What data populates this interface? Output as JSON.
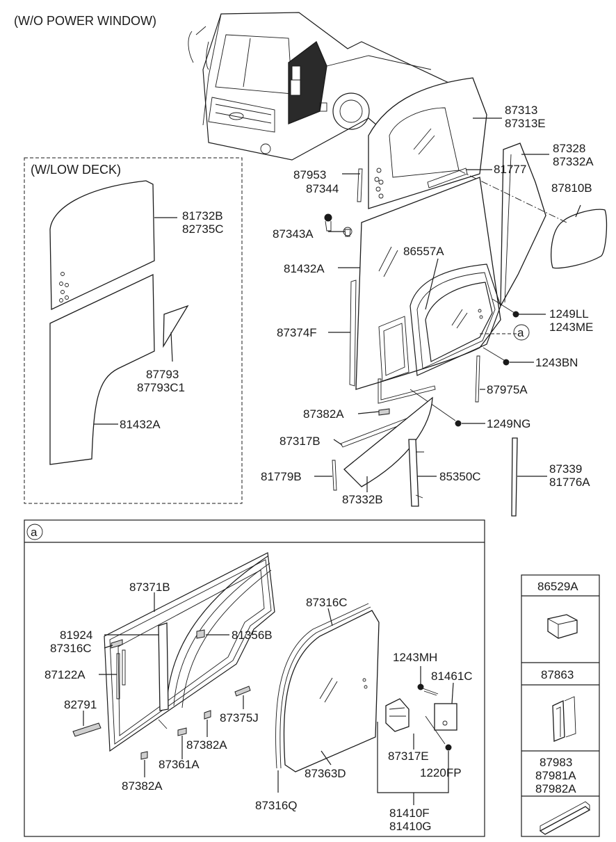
{
  "headers": {
    "top_variant": "(W/O POWER WINDOW)",
    "low_deck": "(W/LOW DECK)",
    "detail_a": "a",
    "callout_a": "a"
  },
  "labels": {
    "p87313": "87313",
    "p87313E": "87313E",
    "p87328": "87328",
    "p87332A": "87332A",
    "p87953": "87953",
    "p81777": "81777",
    "p87344": "87344",
    "p87810B": "87810B",
    "p87343A": "87343A",
    "p86557A": "86557A",
    "p81432A_main": "81432A",
    "p1249LL": "1249LL",
    "p1243ME": "1243ME",
    "p87374F": "87374F",
    "p1243BN": "1243BN",
    "p87975A": "87975A",
    "p87382A_main": "87382A",
    "p1249NG": "1249NG",
    "p87317B": "87317B",
    "p87339": "87339",
    "p81776A": "81776A",
    "p81779B": "81779B",
    "p85350C": "85350C",
    "p87332B": "87332B",
    "p81732B": "81732B",
    "p82735C": "82735C",
    "p87793": "87793",
    "p87793C1": "87793C1",
    "p81432A_low": "81432A",
    "p87371B": "87371B",
    "p87316C_a": "87316C",
    "p81924": "81924",
    "p87316C_b": "87316C",
    "p81356B": "81356B",
    "p87122A": "87122A",
    "p82791": "82791",
    "p87375J": "87375J",
    "p87382A_a": "87382A",
    "p87361A": "87361A",
    "p87382A_b": "87382A",
    "p1243MH": "1243MH",
    "p81461C": "81461C",
    "p87317E": "87317E",
    "p1220FP": "1220FP",
    "p87363D": "87363D",
    "p87316Q": "87316Q",
    "p81410F": "81410F",
    "p81410G": "81410G",
    "p86529A": "86529A",
    "p87863": "87863",
    "p87983": "87983",
    "p87981A": "87981A",
    "p87982A": "87982A"
  }
}
